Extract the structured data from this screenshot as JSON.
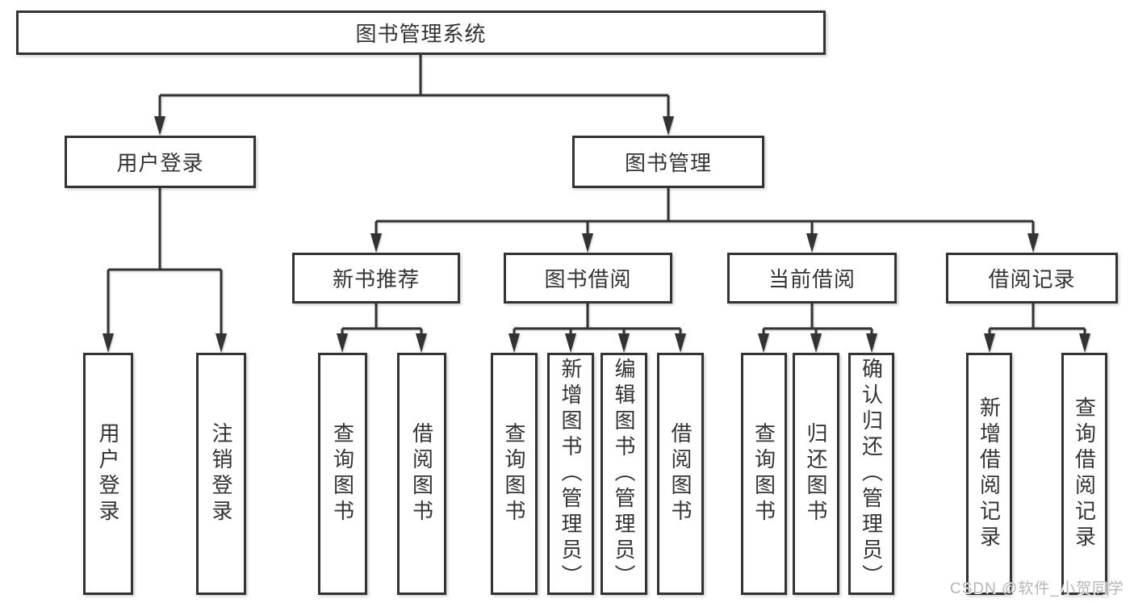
{
  "diagram": {
    "title": "图书管理系统",
    "root": {
      "label": "图书管理系统"
    },
    "level2": {
      "userLogin": {
        "label": "用户登录"
      },
      "bookManagement": {
        "label": "图书管理"
      }
    },
    "level3": {
      "newBookRecommend": {
        "label": "新书推荐"
      },
      "bookBorrow": {
        "label": "图书借阅"
      },
      "currentBorrow": {
        "label": "当前借阅"
      },
      "borrowRecords": {
        "label": "借阅记录"
      }
    },
    "leaves": {
      "userLogin": [
        {
          "label": "用户登录"
        },
        {
          "label": "注销登录"
        }
      ],
      "newBookRecommend": [
        {
          "label": "查询图书"
        },
        {
          "label": "借阅图书"
        }
      ],
      "bookBorrow": [
        {
          "label": "查询图书"
        },
        {
          "label": "新增图书（管理员）"
        },
        {
          "label": "编辑图书（管理员）"
        },
        {
          "label": "借阅图书"
        }
      ],
      "currentBorrow": [
        {
          "label": "查询图书"
        },
        {
          "label": "归还图书"
        },
        {
          "label": "确认归还（管理员）"
        }
      ],
      "borrowRecords": [
        {
          "label": "新增借阅记录"
        },
        {
          "label": "查询借阅记录"
        }
      ]
    },
    "watermark": "CSDN @软件_小贺同学",
    "colors": {
      "line": "#333333",
      "text": "#333333",
      "watermark": "#b5b5b5",
      "background": "#ffffff"
    }
  }
}
